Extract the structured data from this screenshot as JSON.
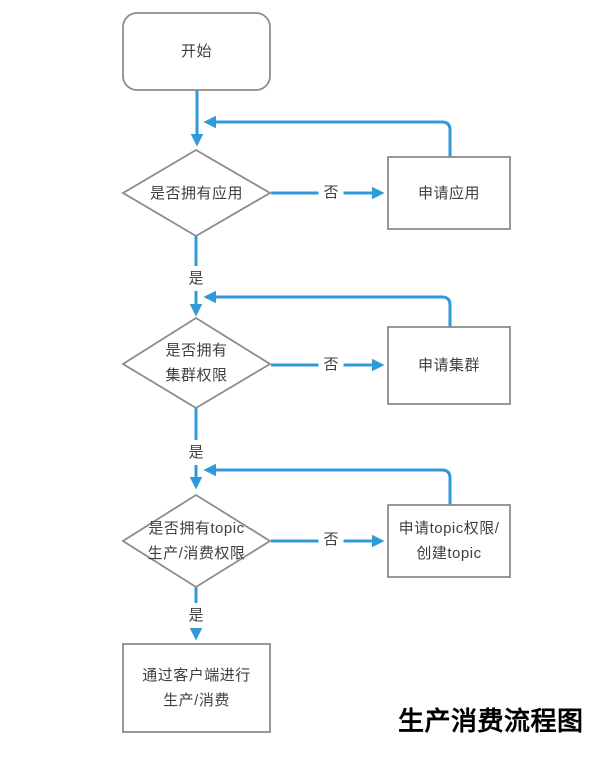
{
  "diagram": {
    "title": "生产消费流程图",
    "nodes": {
      "start": {
        "label": "开始",
        "type": "terminator"
      },
      "decision_app": {
        "label": "是否拥有应用",
        "type": "decision"
      },
      "process_apply_app": {
        "label": "申请应用",
        "type": "process"
      },
      "decision_cluster": {
        "label": "是否拥有\n集群权限",
        "type": "decision"
      },
      "process_apply_cluster": {
        "label": "申请集群",
        "type": "process"
      },
      "decision_topic": {
        "label": "是否拥有topic\n生产/消费权限",
        "type": "decision"
      },
      "process_apply_topic": {
        "label": "申请topic权限/\n创建topic",
        "type": "process"
      },
      "end": {
        "label": "通过客户端进行\n生产/消费",
        "type": "process"
      }
    },
    "edge_labels": {
      "no_app": "否",
      "yes_app": "是",
      "no_cluster": "否",
      "yes_cluster": "是",
      "no_topic": "否",
      "yes_topic": "是"
    },
    "colors": {
      "arrow": "#2E9BD8",
      "node_border": "#8C8C8C",
      "node_fill": "#FFFFFF",
      "text": "#404040",
      "title_text": "#000000",
      "background": "#FFFFFF"
    }
  }
}
